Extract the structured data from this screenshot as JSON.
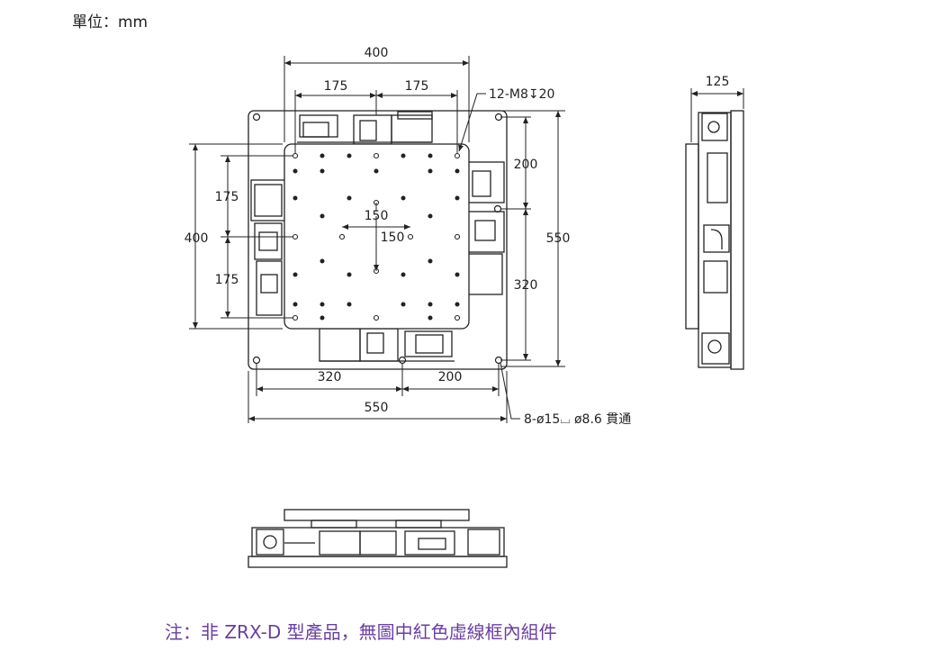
{
  "unit_label": "單位：mm",
  "note": "注：非 ZRX-D 型產品，無圖中紅色虛線框內組件",
  "top_view": {
    "dims": {
      "top_total": "400",
      "top_left": "175",
      "top_right": "175",
      "left_total": "400",
      "left_upper": "175",
      "left_lower": "175",
      "center_v": "150",
      "center_h": "150",
      "right_upper": "200",
      "right_lower": "320",
      "right_total": "550",
      "bottom_left": "320",
      "bottom_right": "200",
      "bottom_total": "550"
    },
    "callouts": {
      "tapped_holes": "12-M8↧20",
      "through_holes": "8-ø15⌴ ø8.6 貫通"
    }
  },
  "side_view": {
    "dims": {
      "width": "125"
    }
  }
}
